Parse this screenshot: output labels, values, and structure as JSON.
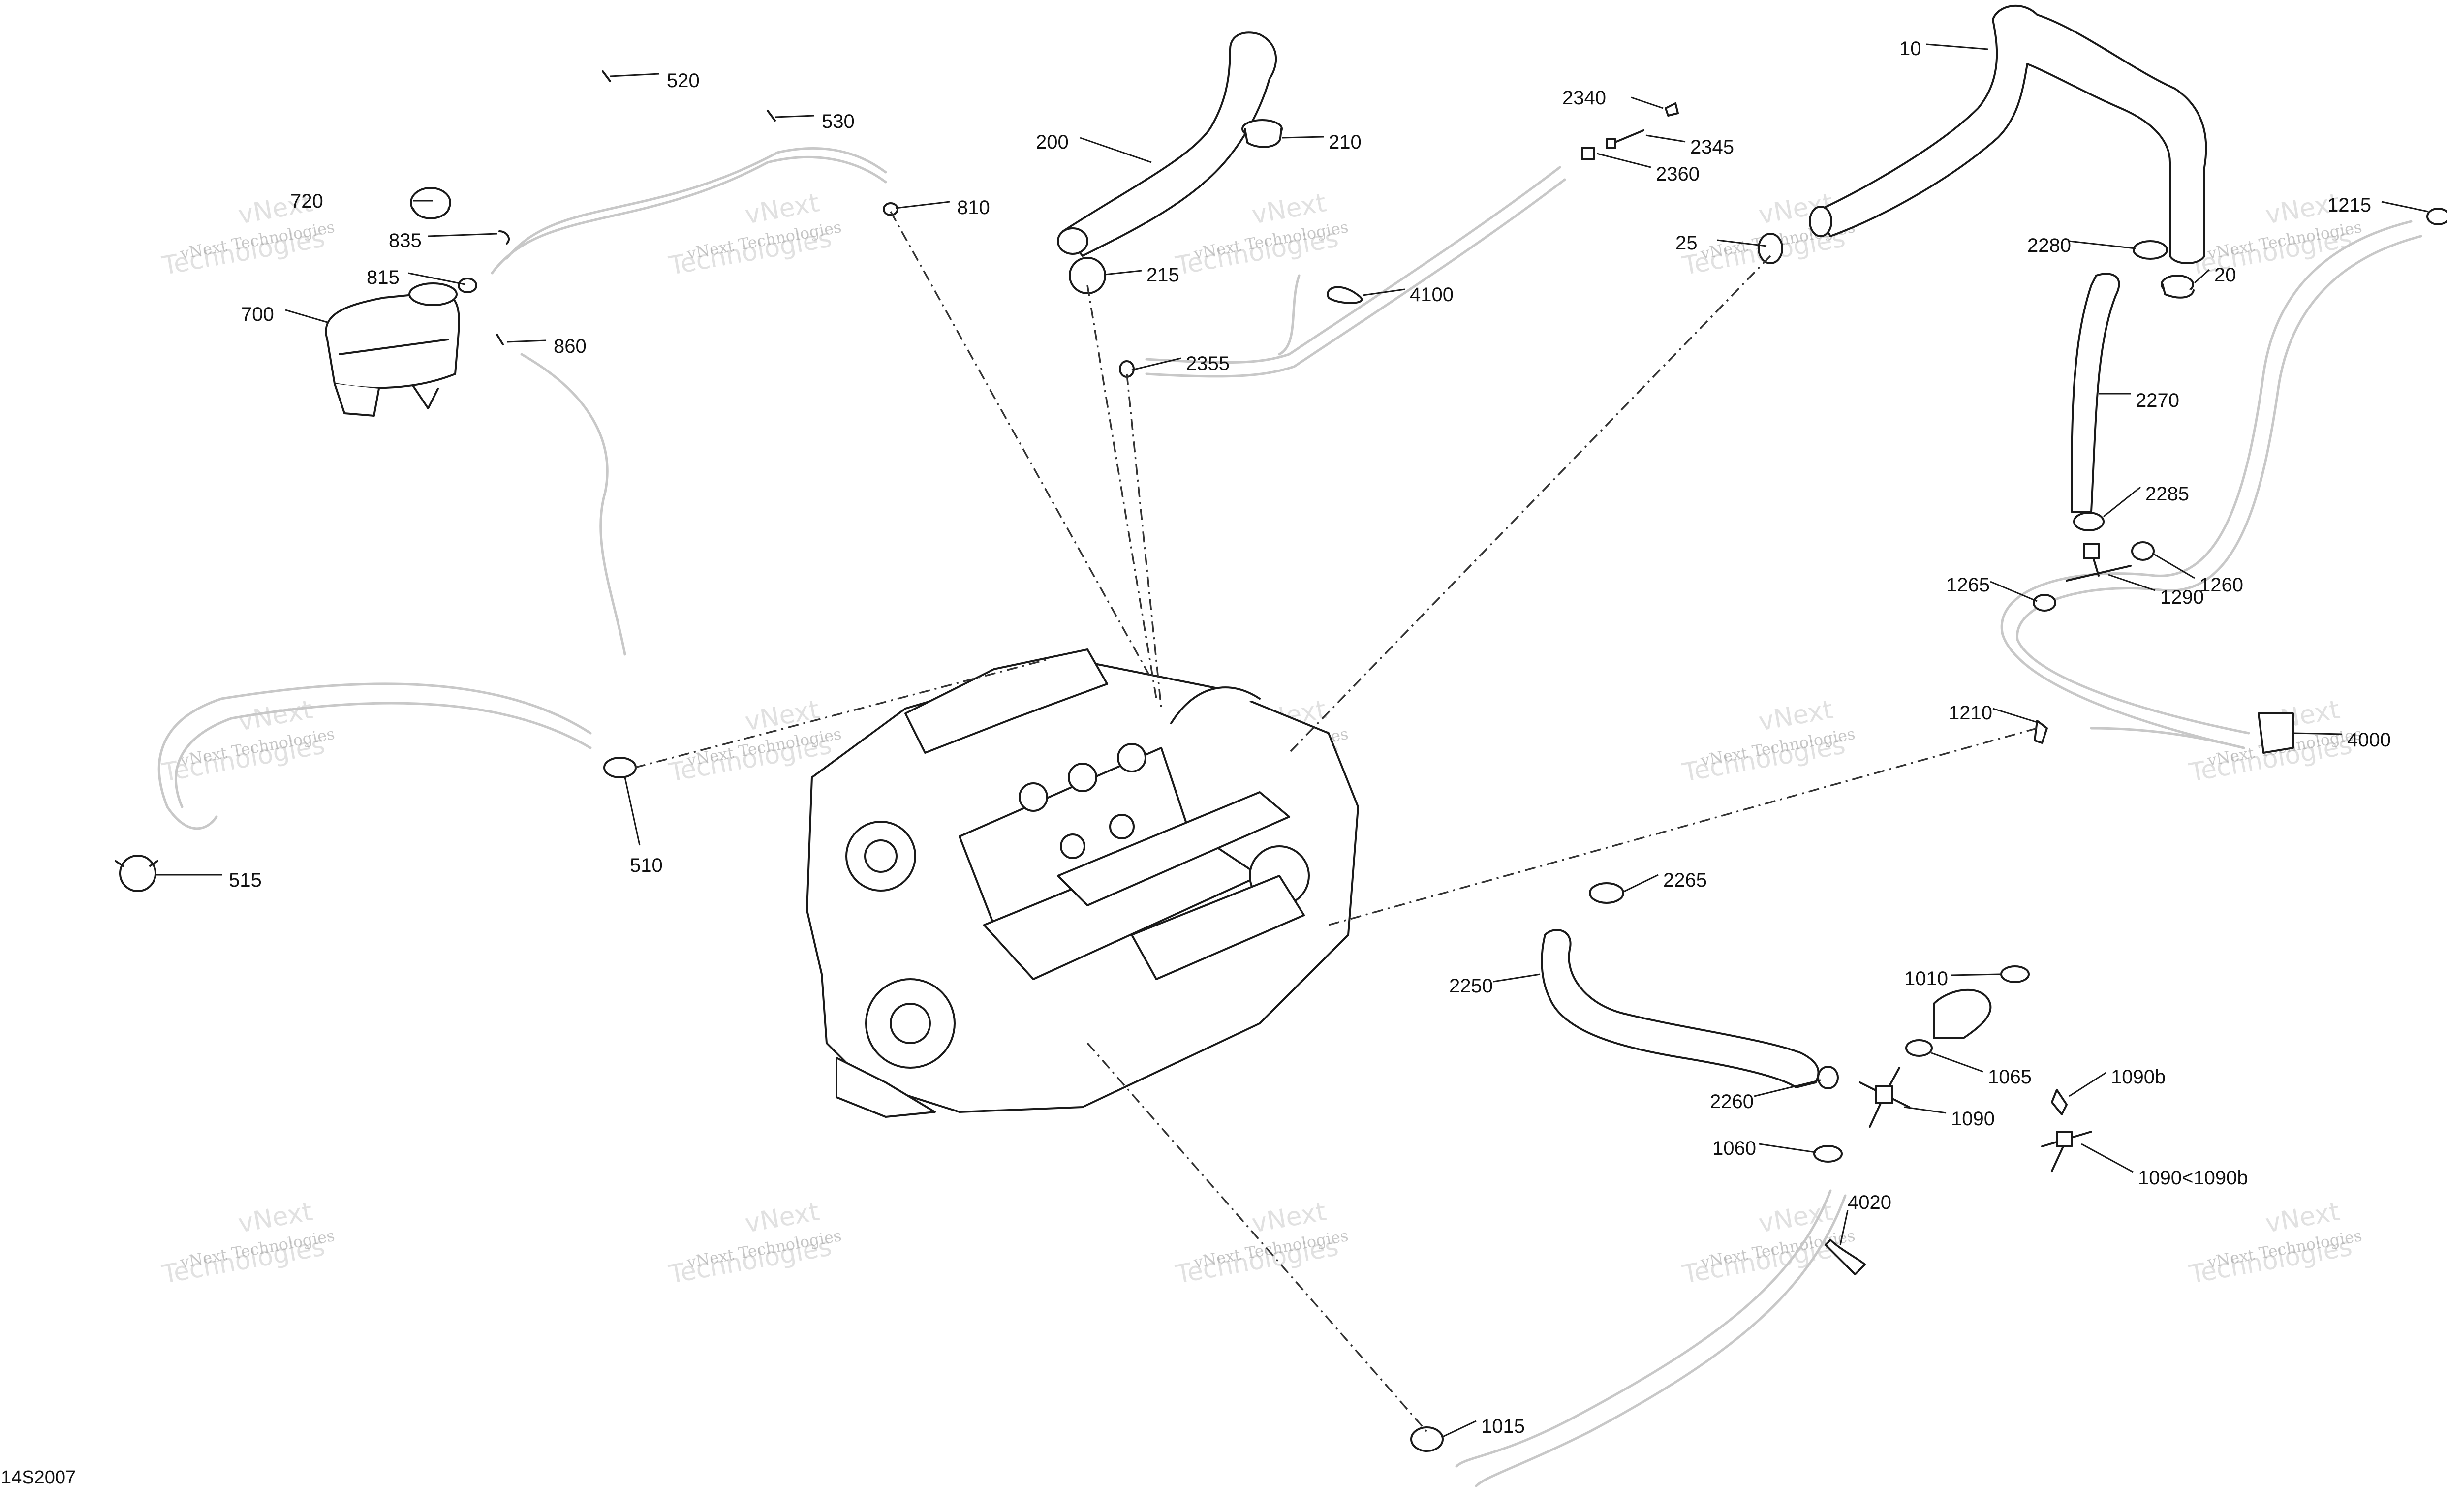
{
  "figure_id": "14S2007",
  "watermark": {
    "line1": "vNext Technologies",
    "line2": "vNext",
    "line3": "Technologies"
  },
  "callouts": [
    {
      "label": "520"
    },
    {
      "label": "530"
    },
    {
      "label": "720"
    },
    {
      "label": "835"
    },
    {
      "label": "815"
    },
    {
      "label": "700"
    },
    {
      "label": "860"
    },
    {
      "label": "810"
    },
    {
      "label": "200"
    },
    {
      "label": "210"
    },
    {
      "label": "215"
    },
    {
      "label": "2355"
    },
    {
      "label": "4100"
    },
    {
      "label": "2340"
    },
    {
      "label": "2345"
    },
    {
      "label": "2360"
    },
    {
      "label": "10"
    },
    {
      "label": "25"
    },
    {
      "label": "1215"
    },
    {
      "label": "2280"
    },
    {
      "label": "20"
    },
    {
      "label": "2270"
    },
    {
      "label": "2285"
    },
    {
      "label": "1265"
    },
    {
      "label": "1290"
    },
    {
      "label": "1260"
    },
    {
      "label": "1210"
    },
    {
      "label": "4000"
    },
    {
      "label": "510"
    },
    {
      "label": "515"
    },
    {
      "label": "2265"
    },
    {
      "label": "2250"
    },
    {
      "label": "1010"
    },
    {
      "label": "1065"
    },
    {
      "label": "2260"
    },
    {
      "label": "1090b"
    },
    {
      "label": "1090"
    },
    {
      "label": "1060"
    },
    {
      "label": "1090<1090b"
    },
    {
      "label": "4020"
    },
    {
      "label": "1015"
    }
  ]
}
